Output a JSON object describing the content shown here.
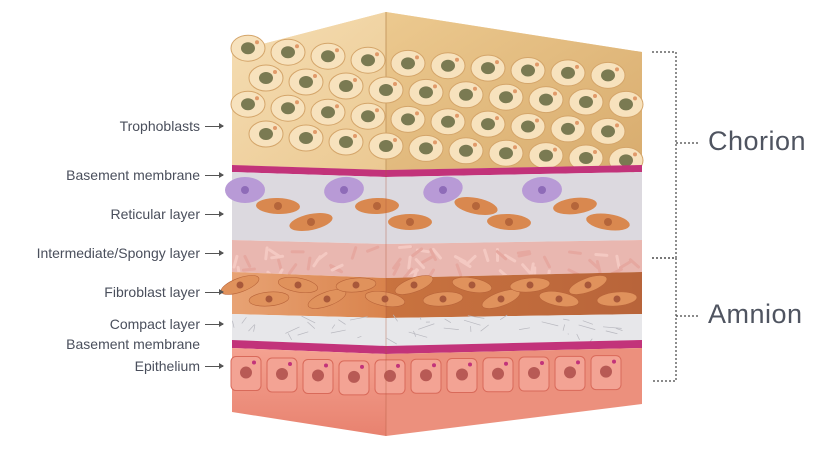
{
  "labels": {
    "trophoblasts": "Trophoblasts",
    "basement_top": "Basement membrane",
    "reticular": "Reticular layer",
    "intermediate": "Intermediate/Spongy layer",
    "fibroblast": "Fibroblast layer",
    "compact": "Compact layer",
    "basement_bottom": "Basement membrane",
    "epithelium": "Epithelium"
  },
  "groups": {
    "chorion": "Chorion",
    "amnion": "Amnion"
  },
  "colors": {
    "trophoblast": "#e9c99a",
    "nucleus": "#7a7a52",
    "membrane": "#c2337a",
    "fibroblast": "#d98a55",
    "purple_cell": "#b89ad6",
    "spongy": "#e3a9a3",
    "epithelium": "#ee8f82",
    "bracket": "#444444"
  }
}
